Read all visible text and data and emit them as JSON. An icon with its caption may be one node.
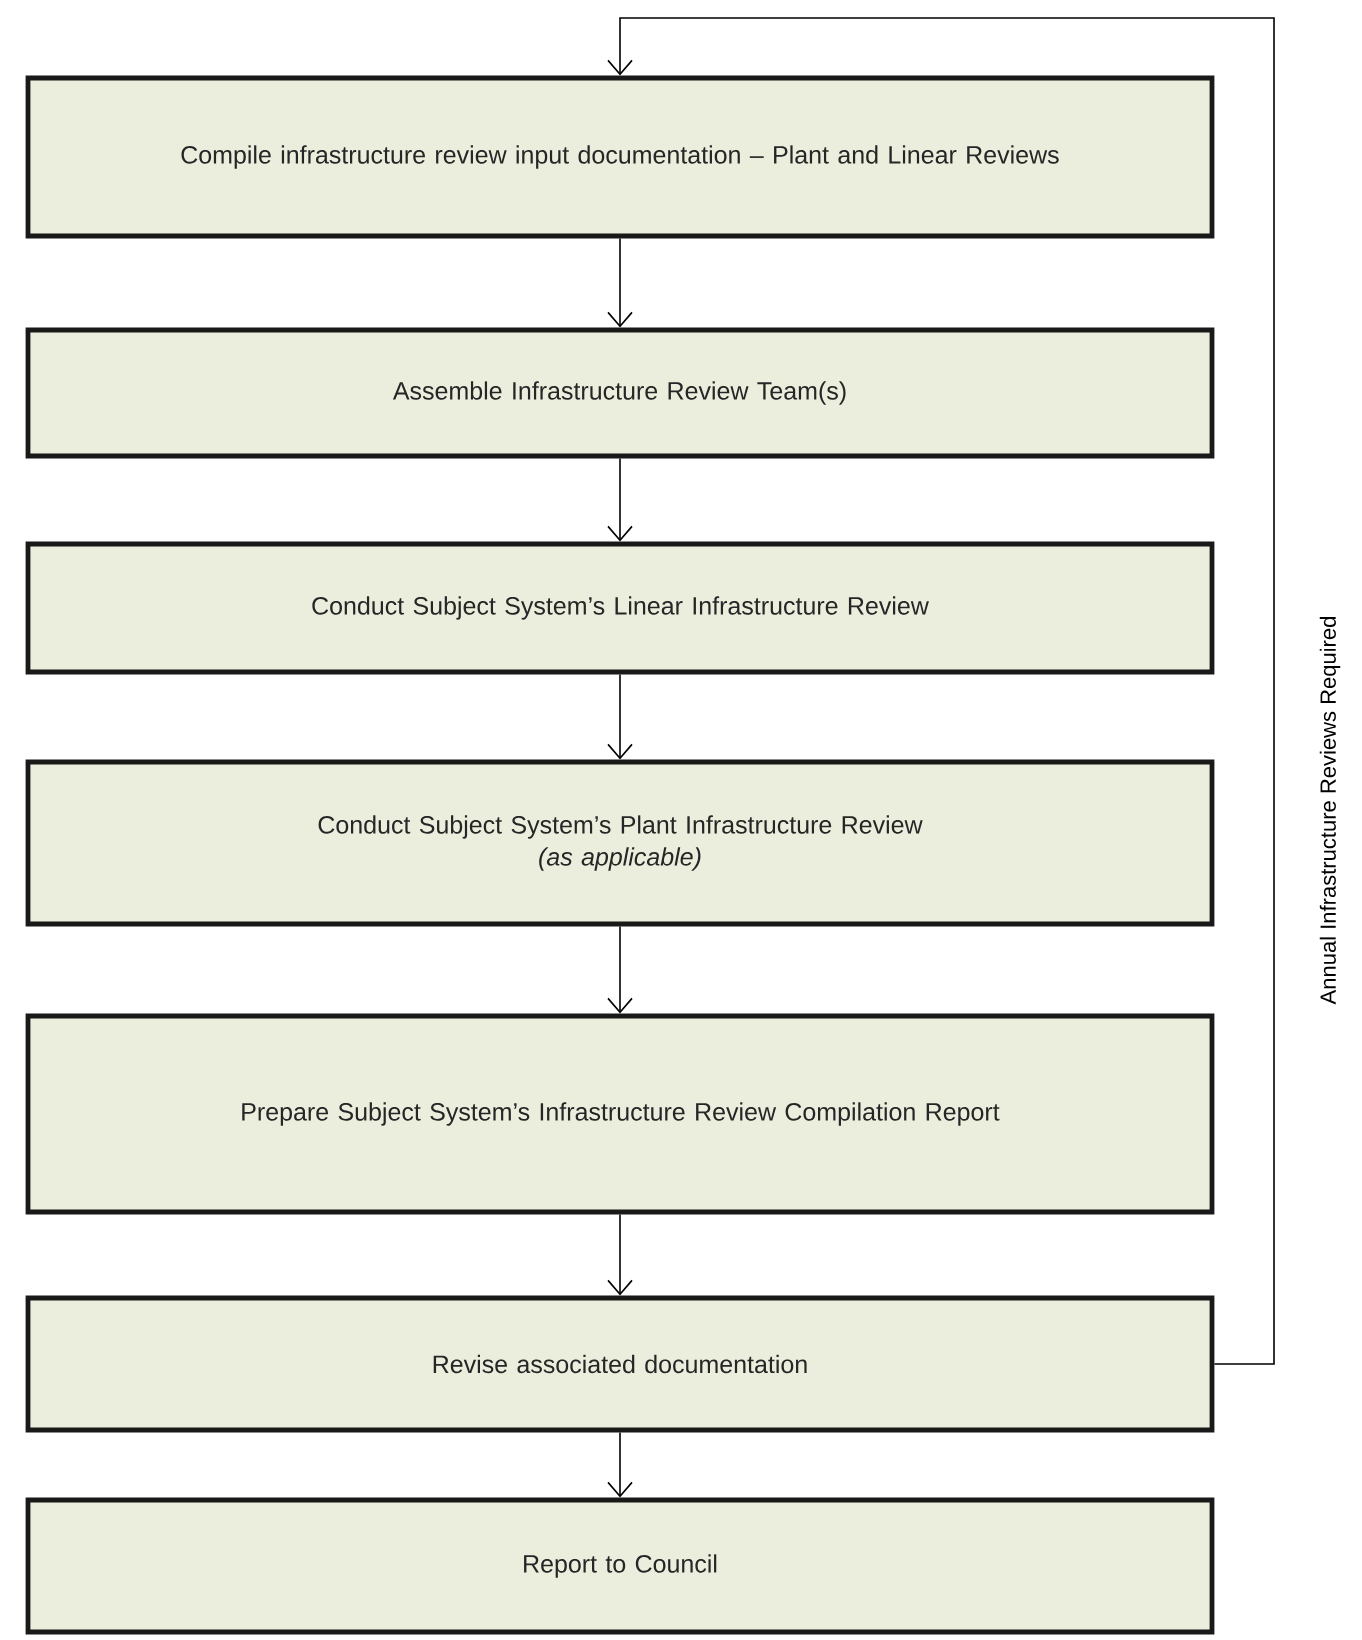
{
  "diagram": {
    "nodes": [
      {
        "text": [
          "Compile infrastructure review input documentation – Plant and Linear Reviews"
        ]
      },
      {
        "text": [
          "Assemble Infrastructure Review Team(s)"
        ]
      },
      {
        "text": [
          "Conduct Subject System’s Linear Infrastructure Review"
        ]
      },
      {
        "text": [
          "Conduct Subject System’s Plant Infrastructure Review",
          "(as applicable)"
        ]
      },
      {
        "text": [
          "Prepare Subject System’s Infrastructure Review Compilation Report"
        ]
      },
      {
        "text": [
          "Revise associated documentation"
        ]
      },
      {
        "text": [
          "Report to Council"
        ]
      }
    ],
    "edges": [
      {
        "from": 0,
        "to": 1,
        "arrow": "to"
      },
      {
        "from": 1,
        "to": 2,
        "arrow": "to"
      },
      {
        "from": 2,
        "to": 3,
        "arrow": "to"
      },
      {
        "from": 3,
        "to": 4,
        "arrow": "to"
      },
      {
        "from": 4,
        "to": 5,
        "arrow": "to"
      },
      {
        "from": 5,
        "to": 6,
        "arrow": "to"
      },
      {
        "from": 5,
        "to": 0,
        "arrow": "to",
        "label": "Annual Infrastructure Reviews Required"
      }
    ]
  }
}
